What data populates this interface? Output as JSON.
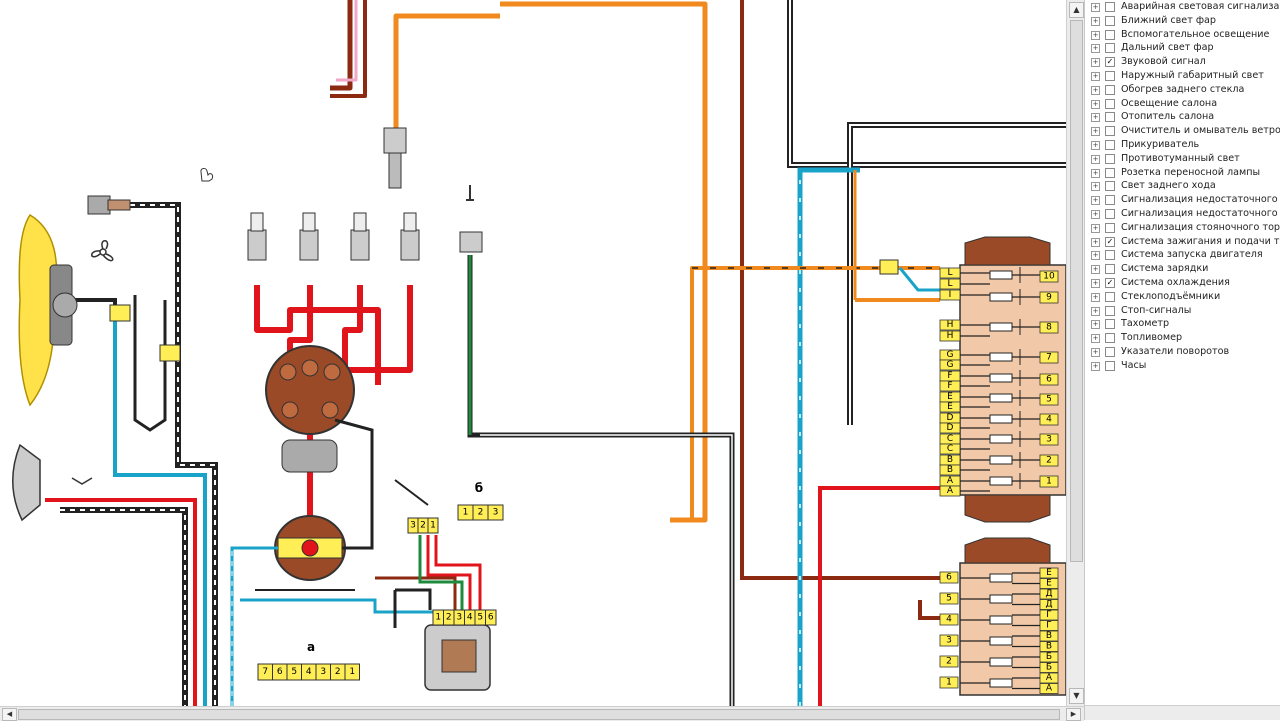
{
  "diagram": {
    "label_a": "а",
    "label_b": "б",
    "connector_a_pins": [
      "7",
      "6",
      "5",
      "4",
      "3",
      "2",
      "1"
    ],
    "connector_b_pins": [
      "1",
      "2",
      "3"
    ],
    "connector_321_pins": [
      "3",
      "2",
      "1"
    ],
    "switch_pins": [
      "1",
      "2",
      "3",
      "4",
      "5",
      "6"
    ],
    "fuse_block_1": {
      "letters": [
        "L",
        "L",
        "I",
        "H",
        "H",
        "G",
        "G",
        "F",
        "F",
        "E",
        "E",
        "D",
        "D",
        "C",
        "C",
        "B",
        "B",
        "A",
        "A"
      ],
      "numbers": [
        "10",
        "9",
        "8",
        "7",
        "6",
        "5",
        "4",
        "3",
        "2",
        "1"
      ]
    },
    "fuse_block_2": {
      "letters": [
        "Е",
        "Е",
        "Д",
        "Д",
        "Г",
        "Г",
        "В",
        "В",
        "Б",
        "Б",
        "А",
        "А"
      ],
      "numbers": [
        "6",
        "5",
        "4",
        "3",
        "2",
        "1"
      ]
    }
  },
  "systems_panel": {
    "items": [
      {
        "label": "Аварийная световая сигнализа",
        "checked": false
      },
      {
        "label": "Ближний свет фар",
        "checked": false
      },
      {
        "label": "Вспомогательное освещение",
        "checked": false
      },
      {
        "label": "Дальний свет фар",
        "checked": false
      },
      {
        "label": "Звуковой сигнал",
        "checked": true
      },
      {
        "label": "Наружный габаритный свет",
        "checked": false
      },
      {
        "label": "Обогрев заднего стекла",
        "checked": false
      },
      {
        "label": "Освещение салона",
        "checked": false
      },
      {
        "label": "Отопитель салона",
        "checked": false
      },
      {
        "label": "Очиститель и омыватель ветров",
        "checked": false
      },
      {
        "label": "Прикуриватель",
        "checked": false
      },
      {
        "label": "Противотуманный свет",
        "checked": false
      },
      {
        "label": "Розетка переносной лампы",
        "checked": false
      },
      {
        "label": "Свет заднего хода",
        "checked": false
      },
      {
        "label": "Сигнализация недостаточного д",
        "checked": false
      },
      {
        "label": "Сигнализация недостаточного",
        "checked": false
      },
      {
        "label": "Сигнализация стояночного торм",
        "checked": false
      },
      {
        "label": "Система зажигания и подачи то",
        "checked": true
      },
      {
        "label": "Система запуска двигателя",
        "checked": false
      },
      {
        "label": "Система зарядки",
        "checked": false
      },
      {
        "label": "Система охлаждения",
        "checked": true
      },
      {
        "label": "Стеклоподъёмники",
        "checked": false
      },
      {
        "label": "Стоп-сигналы",
        "checked": false
      },
      {
        "label": "Тахометр",
        "checked": false
      },
      {
        "label": "Топливомер",
        "checked": false
      },
      {
        "label": "Указатели поворотов",
        "checked": false
      },
      {
        "label": "Часы",
        "checked": false
      }
    ]
  },
  "colors": {
    "wire_red": "#e0141a",
    "wire_orange": "#f08a1e",
    "wire_blue": "#1aa3c8",
    "wire_brown": "#8b2a10",
    "wire_green": "#1e8a3c",
    "wire_black": "#222222",
    "wire_pink": "#f2a6c8",
    "fuse_block_body": "#f2c9a8",
    "connector_yellow": "#ffee55",
    "fan_yellow": "#ffe24a",
    "distributor_brown": "#9a4a26"
  }
}
